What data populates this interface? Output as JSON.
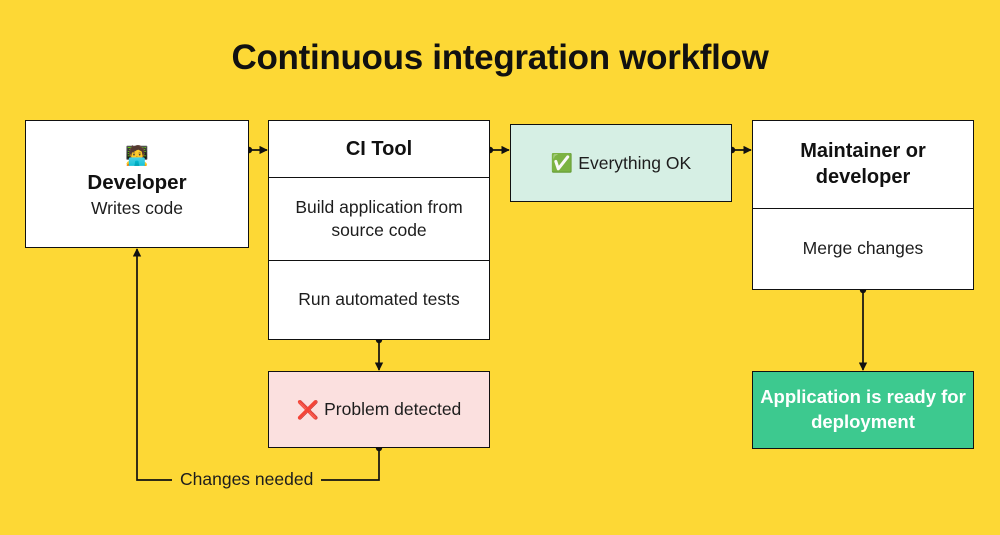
{
  "diagram": {
    "title": "Continuous integration workflow",
    "background_color": "#FDD835",
    "nodes": {
      "developer": {
        "icon": "technologist-emoji",
        "icon_glyph": "🧑‍💻",
        "name": "Developer",
        "subtitle": "Writes code",
        "fill": "#FFFFFF"
      },
      "ci_tool": {
        "title": "CI Tool",
        "steps": [
          "Build application from source code",
          "Run automated tests"
        ],
        "fill": "#FFFFFF"
      },
      "everything_ok": {
        "icon": "check-mark-button-emoji",
        "icon_glyph": "✅",
        "label": "Everything OK",
        "fill": "#D6EFE4"
      },
      "maintainer": {
        "title": "Maintainer or developer",
        "action": "Merge changes",
        "fill": "#FFFFFF"
      },
      "problem": {
        "icon": "cross-mark-emoji",
        "icon_glyph": "❌",
        "label": "Problem detected",
        "fill": "#FBE0DF"
      },
      "deployment": {
        "label": "Application is ready for deployment",
        "fill": "#3DC98F",
        "text_color": "#FFFFFF"
      }
    },
    "edges": {
      "developer_to_ci": "",
      "ci_to_ok": "",
      "ok_to_maintainer": "",
      "ci_to_problem": "",
      "maintainer_to_deployment": "",
      "problem_to_developer": "Changes needed"
    }
  }
}
